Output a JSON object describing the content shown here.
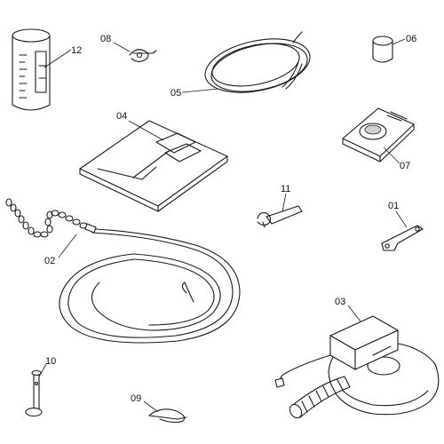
{
  "callouts": {
    "c01": "01",
    "c02": "02",
    "c03": "03",
    "c04": "04",
    "c05": "05",
    "c06": "06",
    "c07": "07",
    "c08": "08",
    "c09": "09",
    "c10": "10",
    "c11": "11",
    "c12": "12"
  }
}
